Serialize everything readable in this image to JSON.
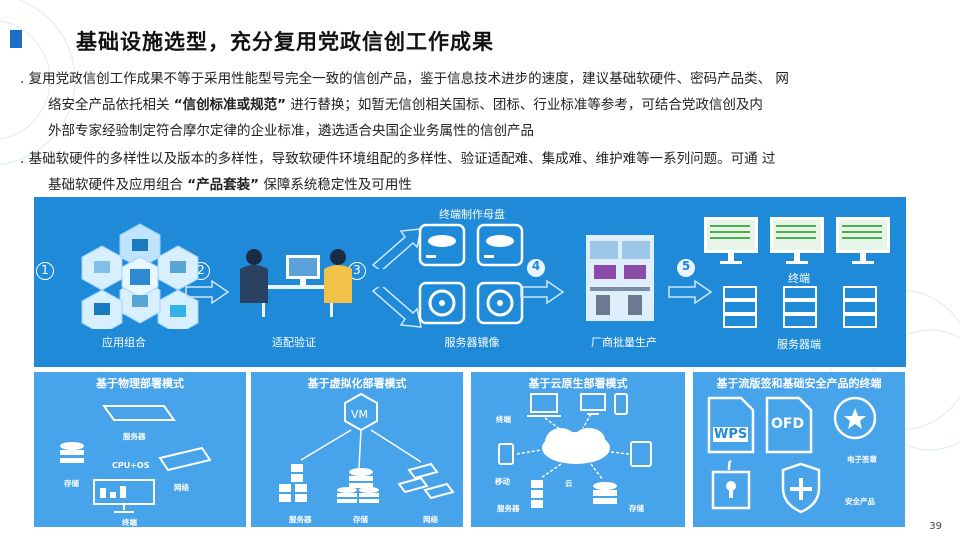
{
  "title": "基础设施选型，充分复用党政信创工作成果",
  "paragraph1": {
    "prefix": ". 复用党政信创工作成果不等于采用性能型号完全一致的信创产品，鉴于信息技术进步的速度，建议基础软硬件、密码产品类、 网",
    "line2_before": "络安全产品依托相关 ",
    "line2_bold": "“信创标准或规范”",
    "line2_after": " 进行替换；如暂无信创相关国标、团标、行业标准等参考，可结合党政信创及内",
    "line3": "外部专家经验制定符合摩尔定律的企业标准，遴选适合央国企业务属性的信创产品"
  },
  "paragraph2": {
    "line1": ". 基础软硬件的多样性以及版本的多样性，导致软硬件环境组配的多样性、验证适配难、集成难、维护难等一系列问题。可通  过",
    "line2_before": "基础软硬件及应用组合 ",
    "line2_bold": "“产品套装”",
    "line2_after": " 保障系统稳定性及可用性"
  },
  "flow": {
    "steps": [
      {
        "num": "1",
        "label": "应用组合"
      },
      {
        "num": "2",
        "label": "适配验证"
      },
      {
        "num": "3",
        "label": "服务器镜像"
      },
      {
        "num": "4",
        "label": "厂商批量生产"
      },
      {
        "num": "5",
        "label": "服务器端"
      }
    ],
    "mother_disk_label": "终端制作母盘",
    "terminal_label": "终端"
  },
  "panels": [
    {
      "title": "基于物理部署模式",
      "labels": [
        "服务器",
        "CPU+OS",
        "存储",
        "网络",
        "终端"
      ]
    },
    {
      "title": "基于虚拟化部署模式",
      "vm": "VM",
      "labels": [
        "服务器",
        "存储",
        "网络"
      ]
    },
    {
      "title": "基于云原生部署模式",
      "labels": [
        "终端",
        "移动",
        "云",
        "服务器",
        "存储"
      ]
    },
    {
      "title": "基于流版签和基础安全产品的终端",
      "labels": [
        "WPS",
        "OFD",
        "电子签章",
        "安全产品"
      ]
    }
  ],
  "page_number": "39",
  "colors": {
    "flow_bg": "#1e8ad8",
    "panel_bg": "#47a3ea",
    "title_bar": "#1a6fc4"
  }
}
